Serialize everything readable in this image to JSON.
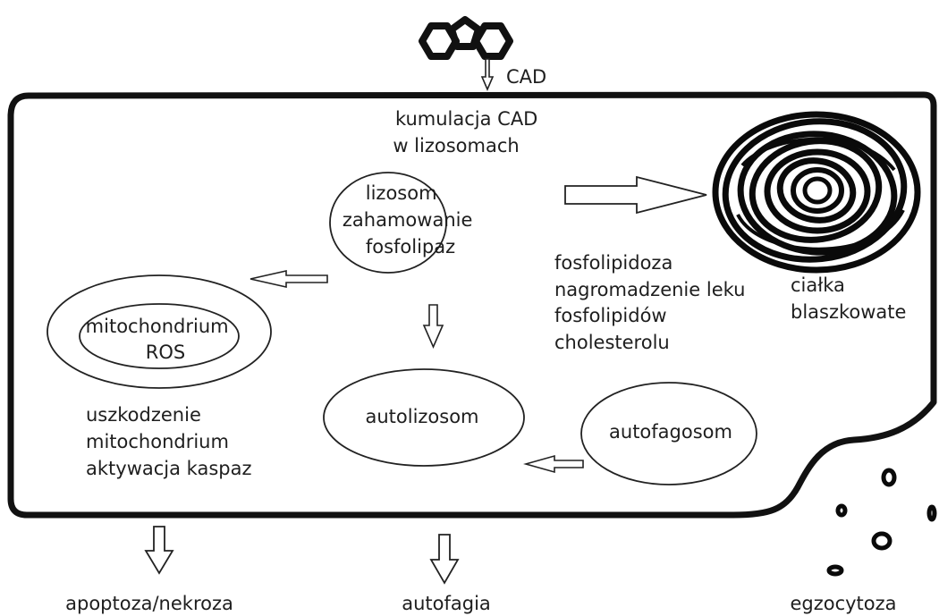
{
  "molecule": {
    "label": "CAD"
  },
  "cell": {
    "accumulation": [
      "kumulacja CAD",
      "w lizosomach"
    ],
    "lysosome": [
      "lizosom",
      "zahamowanie",
      "fosfolipaz"
    ],
    "phospholipidosis": [
      "fosfolipidoza",
      "nagromadzenie leku",
      "fosfolipidów",
      "cholesterolu"
    ],
    "lamellar_bodies": [
      "ciałka",
      "blaszkowate"
    ],
    "mitochondrium": [
      "mitochondrium",
      "ROS"
    ],
    "mito_damage": [
      "uszkodzenie",
      "mitochondrium",
      "aktywacja kaspaz"
    ],
    "autolysosome": "autolizosom",
    "autophagosome": "autofagosom"
  },
  "outcomes": {
    "apoptosis": "apoptoza/nekroza",
    "autophagy": "autofagia",
    "exocytosis": "egzocytoza"
  }
}
